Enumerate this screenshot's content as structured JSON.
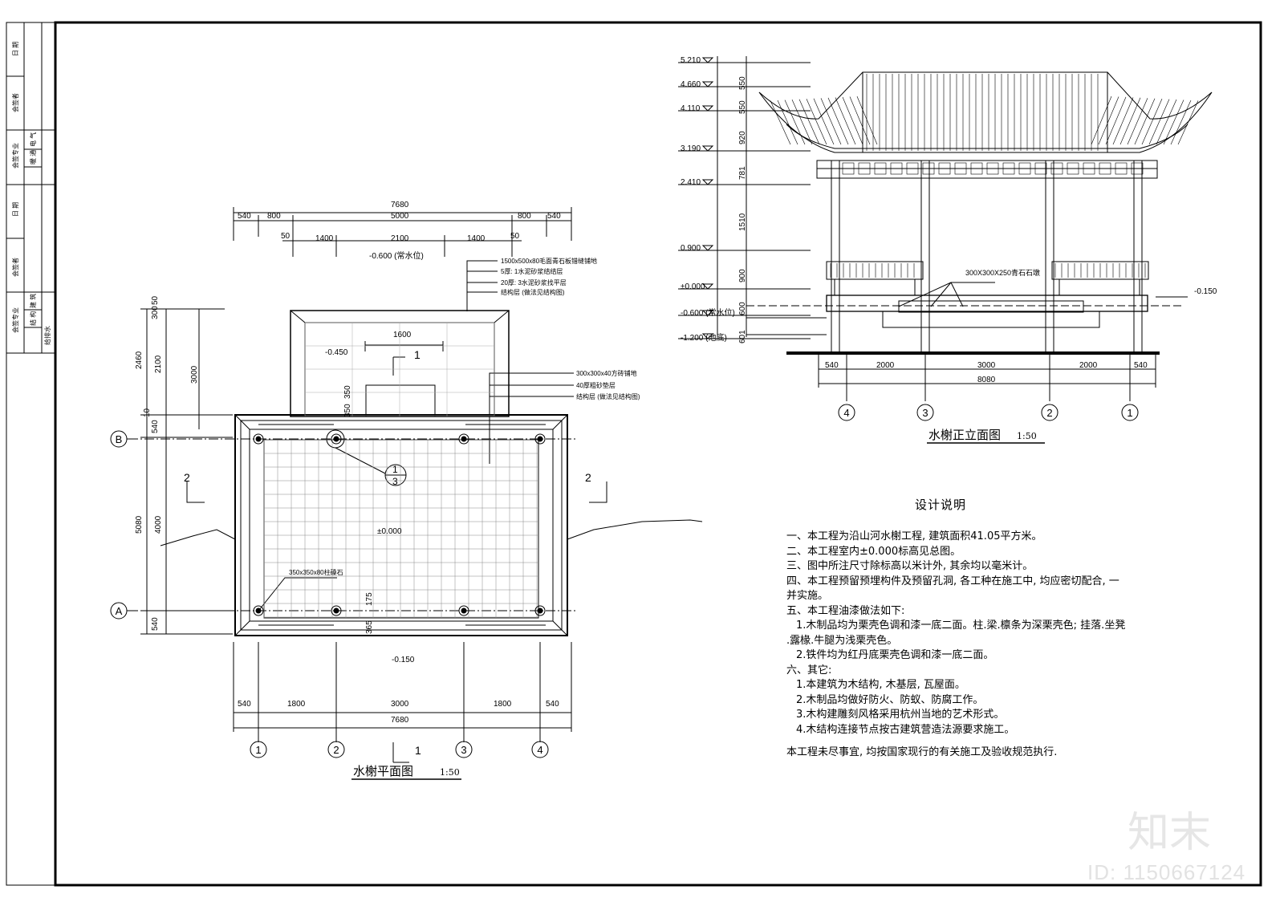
{
  "title_block": {
    "column1": [
      "日 期",
      "会签者",
      "会签专业",
      "日 期",
      "会签者",
      "会签专业"
    ],
    "column2": [
      "电 气",
      "暖 通",
      "建 筑",
      "结 构",
      "给排水"
    ]
  },
  "plan": {
    "title": "水榭平面图",
    "scale": "1:50",
    "top_total": "7680",
    "top_dims": [
      "540",
      "800",
      "5000",
      "800",
      "540"
    ],
    "top_dims2": [
      "50",
      "1400",
      "2100",
      "1400",
      "50"
    ],
    "inner_dim": "1600",
    "bottom_total": "7680",
    "bottom_dims": [
      "540",
      "1800",
      "3000",
      "1800",
      "540"
    ],
    "left_dims_outer": [
      "300",
      "50",
      "2460",
      "10",
      "540",
      "5080",
      "540"
    ],
    "left_dims_inner": [
      "2100",
      "4000"
    ],
    "left_dim_3000": "3000",
    "small_dims": [
      "350",
      "350",
      "175",
      "365"
    ],
    "elevations": [
      "-0.600 (常水位)",
      "-0.450",
      "±0.000",
      "-0.150"
    ],
    "notes_top": [
      "1500x500x80毛面青石板错缝铺地",
      "5厚: 1水泥砂浆结结层",
      "20厚: 3水泥砂浆找平层",
      "结构层 (做法见结构图)"
    ],
    "notes_mid": [
      "300x300x40方砖铺地",
      "40厚粗砂垫层",
      "结构层 (做法见结构图)"
    ],
    "stone_note": "350x350x80柱磉石",
    "axis_rows": [
      "B",
      "A"
    ],
    "axis_cols": [
      "1",
      "2",
      "3",
      "4"
    ],
    "section_marks": [
      "1",
      "2",
      "2",
      "1"
    ],
    "detail_mark_top": "1",
    "detail_mark_bottom": "3"
  },
  "elevation": {
    "title": "水榭正立面图",
    "scale": "1:50",
    "levels": [
      "5.210",
      "4.660",
      "4.110",
      "3.190",
      "2.410",
      "0.900",
      "±0.000",
      "-0.600 (常水位)",
      "-1.200 (池底)"
    ],
    "level_dims": [
      "550",
      "550",
      "920",
      "781",
      "1510",
      "900",
      "600",
      "601"
    ],
    "right_level": "-0.150",
    "stone_step": "300X300X250青石石墩",
    "bottom_dims": [
      "540",
      "2000",
      "3000",
      "2000",
      "540"
    ],
    "bottom_total": "8080",
    "axis": [
      "4",
      "3",
      "2",
      "1"
    ]
  },
  "design_notes": {
    "title": "设计说明",
    "lines": [
      "一、本工程为沿山河水榭工程, 建筑面积41.05平方米。",
      "二、本工程室内±0.000标高见总图。",
      "三、图中所注尺寸除标高以米计外, 其余均以毫米计。",
      "四、本工程预留预埋构件及预留孔洞, 各工种在施工中, 均应密切配合, 一",
      "并实施。",
      "五、本工程油漆做法如下:",
      "1.木制品均为栗壳色调和漆一底二面。柱.梁.檩条为深栗壳色; 挂落.坐凳",
      ".露椽.牛腿为浅栗壳色。",
      "2.铁件均为红丹底栗壳色调和漆一底二面。",
      "六、其它:",
      "1.本建筑为木结构, 木基层, 瓦屋面。",
      "2.木制品均做好防火、防蚁、防腐工作。",
      "3.木构建雕刻风格采用杭州当地的艺术形式。",
      "4.木结构连接节点按古建筑营造法源要求施工。"
    ],
    "footer": "本工程未尽事宜, 均按国家现行的有关施工及验收规范执行."
  },
  "watermark": {
    "id": "ID: 1150667124",
    "logo": "知末"
  }
}
